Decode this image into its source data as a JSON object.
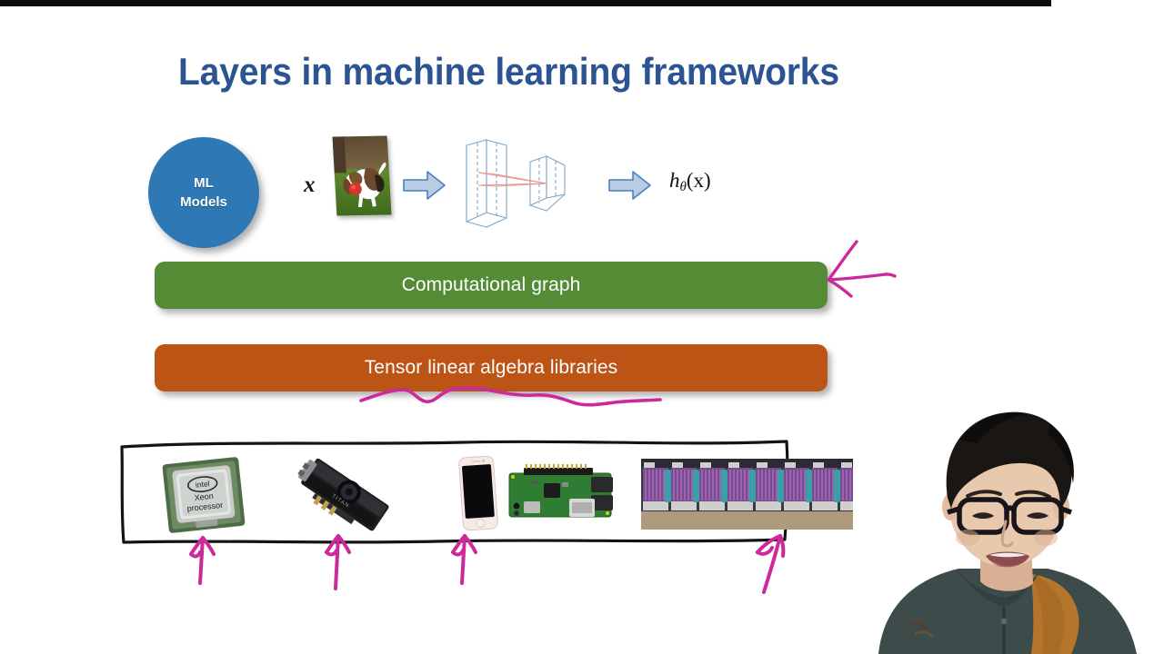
{
  "slide": {
    "title": "Layers in machine learning frameworks",
    "title_color": "#2c5493",
    "background": "#ffffff"
  },
  "diagram": {
    "model_circle": {
      "label_line1": "ML",
      "label_line2": "Models",
      "color": "#2e79b5"
    },
    "input_symbol": "x",
    "input_image_alt": "beagle-dog-with-red-ball-photo",
    "arrow_color_fill": "#b8cce4",
    "arrow_color_stroke": "#4a7ebb",
    "network_alt": "convolutional-neural-network-3d-layers",
    "output_formula": {
      "base": "h",
      "subscript": "θ",
      "argument": "(x)"
    }
  },
  "layers": [
    {
      "label": "Computational graph",
      "color": "#548c36",
      "text_color": "#ffffff"
    },
    {
      "label": "Tensor linear algebra libraries",
      "color": "#bc5416",
      "text_color": "#ffffff"
    }
  ],
  "hardware": {
    "box_stroke": "#111111",
    "items": [
      {
        "name": "intel-xeon-processor",
        "caption": "intel Xeon processor"
      },
      {
        "name": "nvidia-titan-gpu",
        "caption": ""
      },
      {
        "name": "smartphone",
        "caption": ""
      },
      {
        "name": "raspberry-pi-board",
        "caption": ""
      },
      {
        "name": "tpu-server-rack",
        "caption": ""
      }
    ]
  },
  "annotations": {
    "ink_color": "#cc2a9b",
    "marks": [
      {
        "name": "arrow-to-computational-graph",
        "kind": "arrow-left"
      },
      {
        "name": "underline-tensor-libraries",
        "kind": "squiggle"
      },
      {
        "name": "arrow-to-cpu",
        "kind": "arrow-up"
      },
      {
        "name": "arrow-to-gpu",
        "kind": "arrow-up"
      },
      {
        "name": "arrow-to-phone",
        "kind": "arrow-up"
      },
      {
        "name": "arrow-to-tpu",
        "kind": "arrow-up"
      }
    ]
  },
  "presenter": {
    "name": "lecturer-webcam-overlay",
    "jacket_color": "#3d4b4b",
    "hood_color": "#b5762c",
    "hair_color": "#1a1613",
    "skin_color": "#e9c9ae"
  },
  "chrome": {
    "top_bar_color": "#0b0b0b"
  }
}
